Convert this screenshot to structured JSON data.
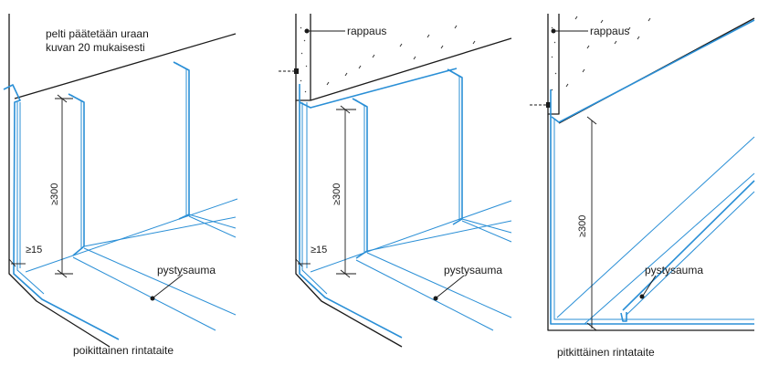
{
  "panels": [
    {
      "note_lines": [
        "pelti päätetään uraan",
        "kuvan 20 mukaisesti"
      ],
      "dim_height": "≥300",
      "dim_gap": "≥15",
      "seam_label": "pystysauma",
      "caption": "poikittainen rintataite"
    },
    {
      "plaster_label": "rappaus",
      "dim_height": "≥300",
      "dim_gap": "≥15",
      "seam_label": "pystysauma",
      "caption": ""
    },
    {
      "plaster_label": "rappaus",
      "dim_height": "≥300",
      "seam_label": "pystysauma",
      "caption": "pitkittäinen rintataite"
    }
  ],
  "colors": {
    "flashing": "#2a8fd6",
    "outline": "#1a1a1a"
  }
}
